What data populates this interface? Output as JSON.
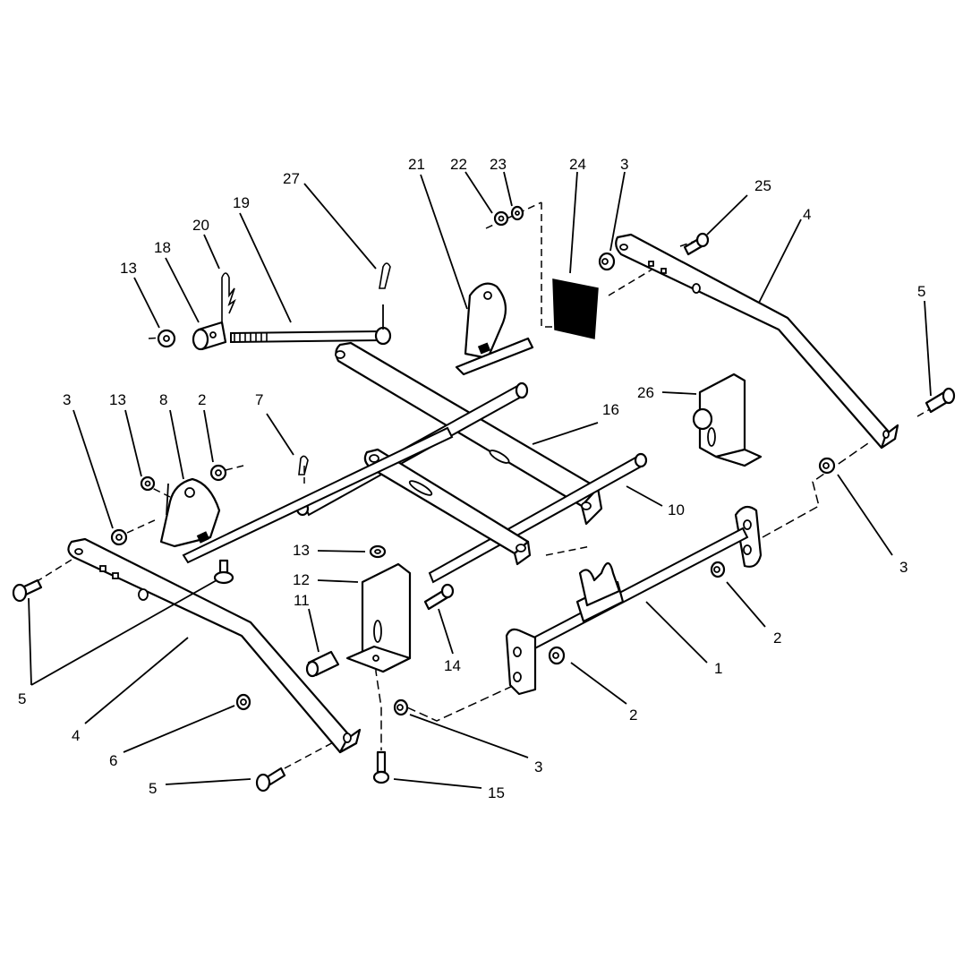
{
  "diagram": {
    "callouts": [
      {
        "id": "c1",
        "text": "1"
      },
      {
        "id": "c2a",
        "text": "2"
      },
      {
        "id": "c2b",
        "text": "2"
      },
      {
        "id": "c2c",
        "text": "2"
      },
      {
        "id": "c3a",
        "text": "3"
      },
      {
        "id": "c3b",
        "text": "3"
      },
      {
        "id": "c3c",
        "text": "3"
      },
      {
        "id": "c3d",
        "text": "3"
      },
      {
        "id": "c4a",
        "text": "4"
      },
      {
        "id": "c4b",
        "text": "4"
      },
      {
        "id": "c5a",
        "text": "5"
      },
      {
        "id": "c5b",
        "text": "5"
      },
      {
        "id": "c5c",
        "text": "5"
      },
      {
        "id": "c6",
        "text": "6"
      },
      {
        "id": "c7",
        "text": "7"
      },
      {
        "id": "c8",
        "text": "8"
      },
      {
        "id": "c10",
        "text": "10"
      },
      {
        "id": "c11",
        "text": "11"
      },
      {
        "id": "c12",
        "text": "12"
      },
      {
        "id": "c13a",
        "text": "13"
      },
      {
        "id": "c13b",
        "text": "13"
      },
      {
        "id": "c13c",
        "text": "13"
      },
      {
        "id": "c14",
        "text": "14"
      },
      {
        "id": "c15",
        "text": "15"
      },
      {
        "id": "c16",
        "text": "16"
      },
      {
        "id": "c18",
        "text": "18"
      },
      {
        "id": "c19",
        "text": "19"
      },
      {
        "id": "c20",
        "text": "20"
      },
      {
        "id": "c21",
        "text": "21"
      },
      {
        "id": "c22",
        "text": "22"
      },
      {
        "id": "c23",
        "text": "23"
      },
      {
        "id": "c24",
        "text": "24"
      },
      {
        "id": "c25",
        "text": "25"
      },
      {
        "id": "c26",
        "text": "26"
      },
      {
        "id": "c27",
        "text": "27"
      }
    ]
  }
}
